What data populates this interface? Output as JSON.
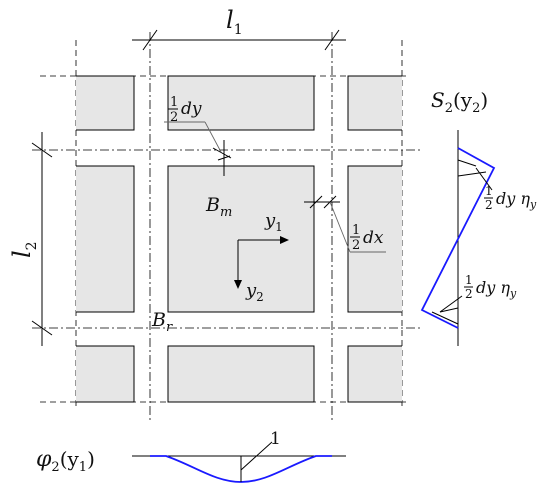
{
  "labels": {
    "l1": {
      "main": "l",
      "sub": "1"
    },
    "l2": {
      "main": "l",
      "sub": "2"
    },
    "half_dy": {
      "num": "1",
      "den": "2",
      "rest": "dy"
    },
    "half_dx": {
      "num": "1",
      "den": "2",
      "rest": "dx"
    },
    "Bm": {
      "main": "B",
      "sub": "m"
    },
    "Br": {
      "main": "B",
      "sub": "r"
    },
    "y1": {
      "main": "y",
      "sub": "1"
    },
    "y2": {
      "main": "y",
      "sub": "2"
    },
    "S2": {
      "main": "S",
      "sub": "2",
      "arg_open": "(y",
      "arg_sub": "2",
      "arg_close": ")"
    },
    "phi2": {
      "main": "φ",
      "sub": "2",
      "arg_open": "(y",
      "arg_sub": "1",
      "arg_close": ")"
    },
    "eta_label_upper": {
      "num": "1",
      "den": "2",
      "rest": "dy η",
      "sub": "y"
    },
    "eta_label_lower": {
      "num": "1",
      "den": "2",
      "rest": "dy η",
      "sub": "y"
    },
    "one": "1"
  },
  "colors": {
    "panel_fill": "#e6e6e6",
    "curve": "#1a1aff",
    "line": "#000000"
  }
}
